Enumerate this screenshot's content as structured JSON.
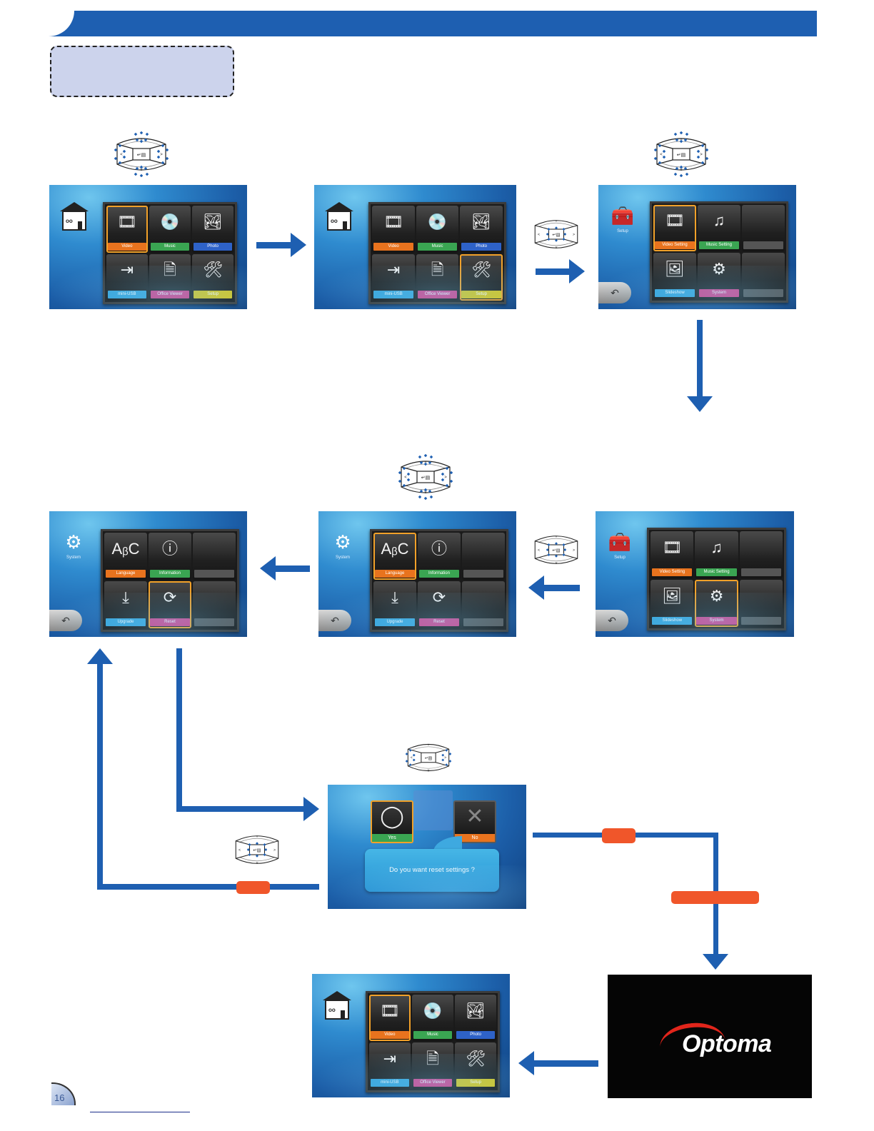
{
  "page": {
    "number": "16"
  },
  "colors": {
    "accent": "#1e5fb1",
    "badge": "#f0562a",
    "title_box": "#ccd3ec",
    "selection": "#f2a129"
  },
  "main_menu": {
    "items": [
      {
        "label": "Video",
        "icon": "film-icon",
        "glyph": "🎞",
        "color": "#e8731e"
      },
      {
        "label": "Music",
        "icon": "music-disc-icon",
        "glyph": "💿",
        "color": "#3aa552"
      },
      {
        "label": "Photo",
        "icon": "photo-icon",
        "glyph": "🏞",
        "color": "#2e62c8"
      },
      {
        "label": "mini-USB",
        "icon": "input-icon",
        "glyph": "⇥",
        "color": "#35a4db"
      },
      {
        "label": "Office Viewer",
        "icon": "document-icon",
        "glyph": "🗎",
        "color": "#d73c86"
      },
      {
        "label": "Setup",
        "icon": "toolbox-icon",
        "glyph": "🛠",
        "color": "#d8c61a"
      }
    ]
  },
  "setup_menu": {
    "title": "Setup",
    "items": [
      {
        "label": "Video Setting",
        "icon": "video-setting-icon",
        "glyph": "🎞",
        "color": "#e8731e"
      },
      {
        "label": "Music Setting",
        "icon": "music-setting-icon",
        "glyph": "♫",
        "color": "#3aa552"
      },
      {
        "label": "",
        "icon": "",
        "glyph": "",
        "color": "#555555"
      },
      {
        "label": "Slideshow",
        "icon": "slideshow-icon",
        "glyph": "🖼",
        "color": "#35a4db"
      },
      {
        "label": "System",
        "icon": "system-gears-icon",
        "glyph": "⚙",
        "color": "#d73c86"
      },
      {
        "label": "",
        "icon": "",
        "glyph": "",
        "color": "#555555"
      }
    ]
  },
  "system_menu": {
    "title": "System",
    "items": [
      {
        "label": "Language",
        "icon": "language-icon",
        "glyph": "AᵦC",
        "color": "#e8731e"
      },
      {
        "label": "Information",
        "icon": "info-icon",
        "glyph": "ⓘ",
        "color": "#3aa552"
      },
      {
        "label": "",
        "icon": "",
        "glyph": "",
        "color": "#555555"
      },
      {
        "label": "Upgrade",
        "icon": "upgrade-icon",
        "glyph": "⤓",
        "color": "#35a4db"
      },
      {
        "label": "Reset",
        "icon": "reset-icon",
        "glyph": "⟳",
        "color": "#d73c86"
      },
      {
        "label": "",
        "icon": "",
        "glyph": "",
        "color": "#555555"
      }
    ]
  },
  "reset_dialog": {
    "yes_label": "Yes",
    "no_label": "No",
    "yes_glyph": "◯",
    "no_glyph": "✕",
    "message": "Do you want reset settings ?"
  },
  "splash": {
    "brand": "Optoma"
  },
  "remote": {
    "enter_glyph": "↵▤",
    "up": "^",
    "down": "v",
    "left": "<",
    "right": ">"
  },
  "screens": [
    {
      "id": "s1",
      "menu": "main",
      "selected": 0
    },
    {
      "id": "s2",
      "menu": "main",
      "selected": 5
    },
    {
      "id": "s3",
      "menu": "setup",
      "selected": 0
    },
    {
      "id": "s4",
      "menu": "setup",
      "selected": 4
    },
    {
      "id": "s5",
      "menu": "system",
      "selected": 0
    },
    {
      "id": "s6",
      "menu": "system",
      "selected": 4
    },
    {
      "id": "s8",
      "menu": "main",
      "selected": 0
    }
  ]
}
